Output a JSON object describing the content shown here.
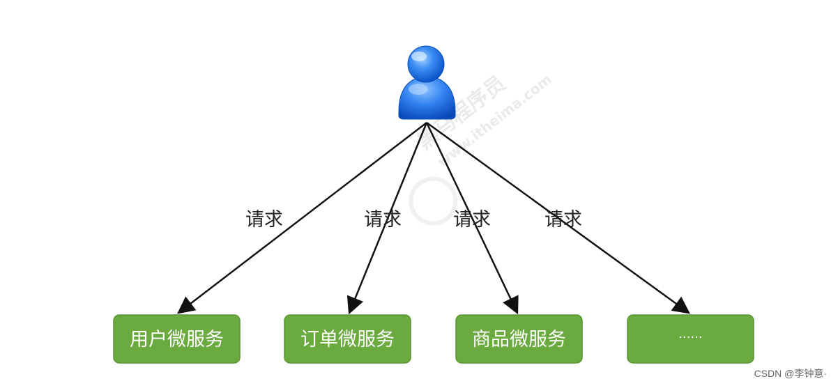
{
  "watermark": {
    "brand": "黑马程序员",
    "url": "www.itheima.com"
  },
  "request_label": "请求",
  "services": [
    {
      "label": "用户微服务"
    },
    {
      "label": "订单微服务"
    },
    {
      "label": "商品微服务"
    },
    {
      "label": "······"
    }
  ],
  "footer": {
    "credit": "CSDN @李钟意·"
  },
  "colors": {
    "box_fill": "#6aaa3f",
    "box_stroke": "#5a9432",
    "arrow": "#111111",
    "user_icon": "#2f7ff0"
  },
  "icons": {
    "user": "user-icon"
  }
}
